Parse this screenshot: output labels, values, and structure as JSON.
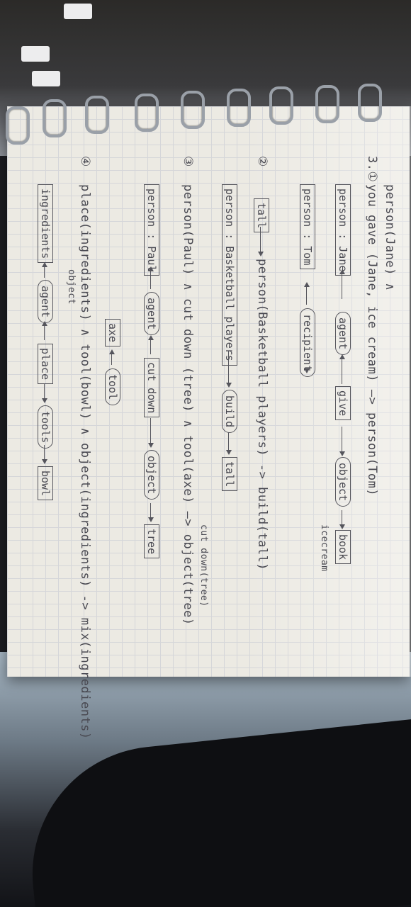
{
  "notes": {
    "header_person": "person(Jane) ∧",
    "q3": {
      "label": "3.①",
      "formula": "you gave (Jane, ice cream) —> person(Tom)",
      "person_jane": "person : Jane",
      "agent": "agent",
      "give": "give",
      "object": "object",
      "book": "book",
      "icecream_note": "icecream",
      "person_tom": "person : Tom",
      "recipient": "recipient"
    },
    "q2": {
      "label": "②",
      "tall_box": "tall",
      "formula": "person(Basketball players) -> build(tall)",
      "person_box": "person : Basketball players",
      "build": "build",
      "tall": "tall"
    },
    "q3b": {
      "label": "③",
      "formula": "person(Paul) ∧ cut down (tree) ∧ tool(axe) —> object(tree)",
      "cut_note": "cut down(tree)",
      "person_paul": "person : Paul",
      "agent": "agent",
      "cut_down": "cut down",
      "object": "object",
      "tree": "tree",
      "axe": "axe",
      "tool": "tool"
    },
    "q4": {
      "label": "④",
      "formula": "place(ingredients) ∧ tool(bowl) ∧ object(ingredients) -> mix(ingredients)",
      "object_note": "object",
      "ingredients": "ingredients",
      "agent": "agent",
      "place": "place",
      "tools": "tools",
      "bowl": "bowl"
    }
  }
}
